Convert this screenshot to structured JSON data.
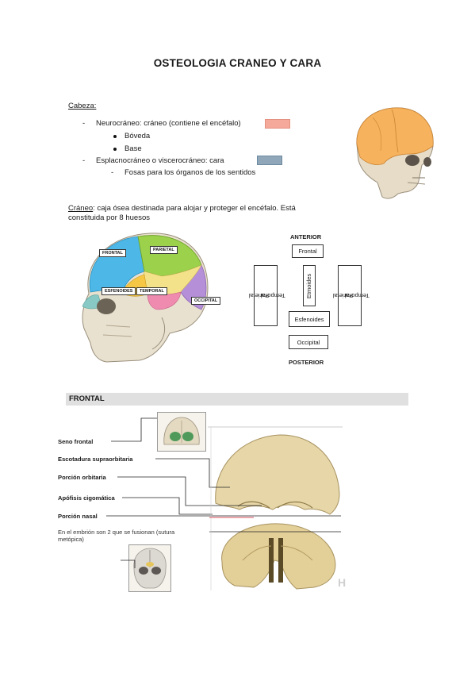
{
  "title": "OSTEOLOGIA CRANEO Y CARA",
  "cabeza": {
    "heading": "Cabeza:",
    "items": [
      {
        "marker": "-",
        "text": "Neurocráneo: cráneo (contiene el encéfalo)",
        "swatch": "#f4a99a"
      },
      {
        "marker": "dot",
        "text": "Bóveda"
      },
      {
        "marker": "dot",
        "text": "Base"
      },
      {
        "marker": "-",
        "text": "Esplacnocráneo o viscerocráneo: cara",
        "swatch": "#8fa7b8"
      },
      {
        "marker": "-",
        "text": "Fosas para los órganos de los sentidos"
      }
    ]
  },
  "craneo": {
    "term": "Cráneo",
    "line1": ": caja ósea destinada para alojar y proteger el encéfalo. Está",
    "line2": "constituida por 8 huesos"
  },
  "skull_labels": {
    "frontal": "FRONTAL",
    "parietal": "PARIETAL",
    "esfenoides": "ESFENOIDES",
    "temporal": "TEMPORAL",
    "occipital": "OCCIPITAL"
  },
  "diagram": {
    "anterior": "ANTERIOR",
    "posterior": "POSTERIOR",
    "frontal": "Frontal",
    "parietal_left": [
      "Parietal",
      "Temporal"
    ],
    "etmoides": "Etmoides",
    "parietal_right": [
      "Parietal",
      "Temporal"
    ],
    "esfenoides": "Esfenoides",
    "occipital": "Occipital"
  },
  "frontal_section": {
    "heading": "FRONTAL",
    "labels": [
      "Seno frontal",
      "Escotadura supraorbitaria",
      "Porción orbitaria",
      "Apófisis cigomática",
      "Porción nasal"
    ],
    "note_line1": "En el embrión son 2 que se fusionan  (sutura",
    "note_line2": "metópica)",
    "watermark": "H"
  },
  "colors": {
    "neurocraneo": "#f4a99a",
    "viscerocraneo": "#8fa7b8",
    "section_bar": "#e0e0e0"
  }
}
